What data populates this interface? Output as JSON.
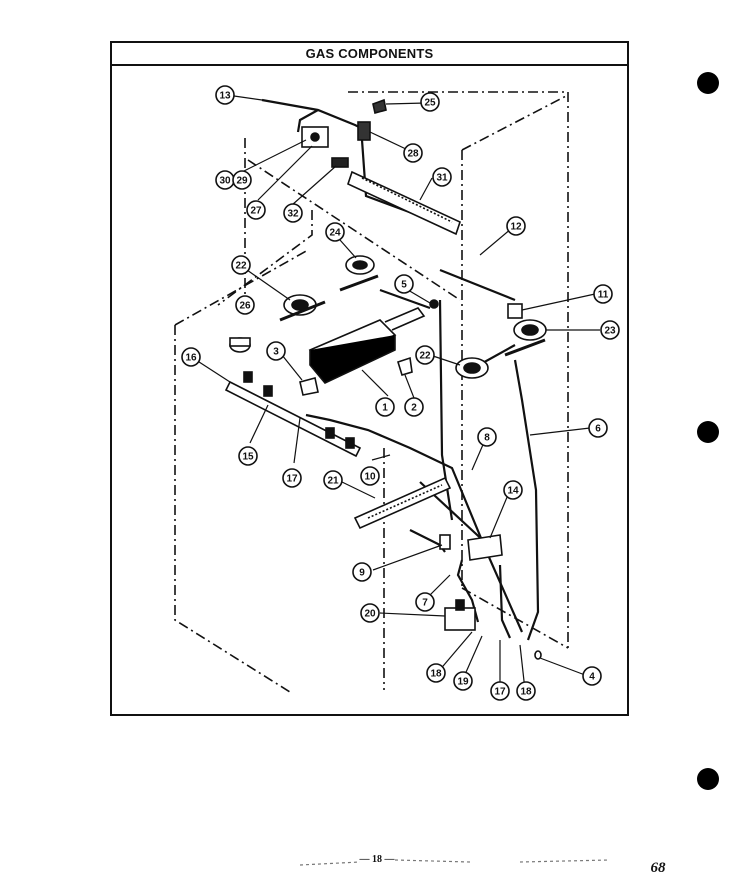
{
  "diagram": {
    "title": "GAS COMPONENTS",
    "callouts": [
      {
        "id": "c13",
        "label": "13"
      },
      {
        "id": "c25",
        "label": "25"
      },
      {
        "id": "c28",
        "label": "28"
      },
      {
        "id": "c30",
        "label": "30"
      },
      {
        "id": "c29",
        "label": "29"
      },
      {
        "id": "c27",
        "label": "27"
      },
      {
        "id": "c32",
        "label": "32"
      },
      {
        "id": "c31",
        "label": "31"
      },
      {
        "id": "c12",
        "label": "12"
      },
      {
        "id": "c24",
        "label": "24"
      },
      {
        "id": "c22a",
        "label": "22"
      },
      {
        "id": "c5",
        "label": "5"
      },
      {
        "id": "c11",
        "label": "11"
      },
      {
        "id": "c26",
        "label": "26"
      },
      {
        "id": "c23",
        "label": "23"
      },
      {
        "id": "c16",
        "label": "16"
      },
      {
        "id": "c3",
        "label": "3"
      },
      {
        "id": "c22b",
        "label": "22"
      },
      {
        "id": "c1",
        "label": "1"
      },
      {
        "id": "c2",
        "label": "2"
      },
      {
        "id": "c6",
        "label": "6"
      },
      {
        "id": "c15",
        "label": "15"
      },
      {
        "id": "c8",
        "label": "8"
      },
      {
        "id": "c17a",
        "label": "17"
      },
      {
        "id": "c10",
        "label": "10"
      },
      {
        "id": "c21",
        "label": "21"
      },
      {
        "id": "c14",
        "label": "14"
      },
      {
        "id": "c9",
        "label": "9"
      },
      {
        "id": "c7",
        "label": "7"
      },
      {
        "id": "c20",
        "label": "20"
      },
      {
        "id": "c4",
        "label": "4"
      },
      {
        "id": "c18a",
        "label": "18"
      },
      {
        "id": "c19",
        "label": "19"
      },
      {
        "id": "c17b",
        "label": "17"
      },
      {
        "id": "c18b",
        "label": "18"
      }
    ]
  },
  "footer": {
    "page_number": "— 18 —",
    "page_code": "68"
  }
}
